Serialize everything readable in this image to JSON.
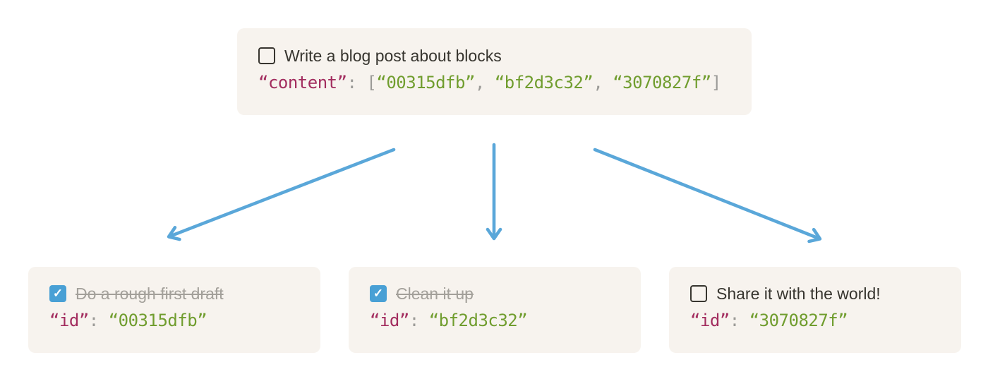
{
  "colors": {
    "page_bg": "#ffffff",
    "card_bg": "#f7f3ee",
    "text_dark": "#37352f",
    "text_muted": "#a3a09a",
    "code_key": "#a22c5e",
    "code_string": "#709d2e",
    "code_punct": "#9b9a97",
    "checkbox_border": "#37352f",
    "checkbox_checked_bg": "#49a0d5",
    "checkmark": "#ffffff",
    "arrow": "#5aa7d9"
  },
  "icons": {
    "checkmark": "✓"
  },
  "parent_block": {
    "todo": {
      "label": "Write a blog post about blocks",
      "checked": false
    },
    "code": {
      "key": "“content”",
      "colon": ": ",
      "bracket_open": "[",
      "separator": ", ",
      "bracket_close": "]",
      "items": [
        "“00315dfb”",
        "“bf2d3c32”",
        "“3070827f”"
      ]
    }
  },
  "child_blocks": [
    {
      "todo": {
        "label": "Do a rough first draft",
        "checked": true
      },
      "code": {
        "key": "“id”",
        "colon": ": ",
        "value": "“00315dfb”"
      }
    },
    {
      "todo": {
        "label": "Clean it up",
        "checked": true
      },
      "code": {
        "key": "“id”",
        "colon": ": ",
        "value": "“bf2d3c32”"
      }
    },
    {
      "todo": {
        "label": "Share it with the world!",
        "checked": false
      },
      "code": {
        "key": "“id”",
        "colon": ": ",
        "value": "“3070827f”"
      }
    }
  ]
}
